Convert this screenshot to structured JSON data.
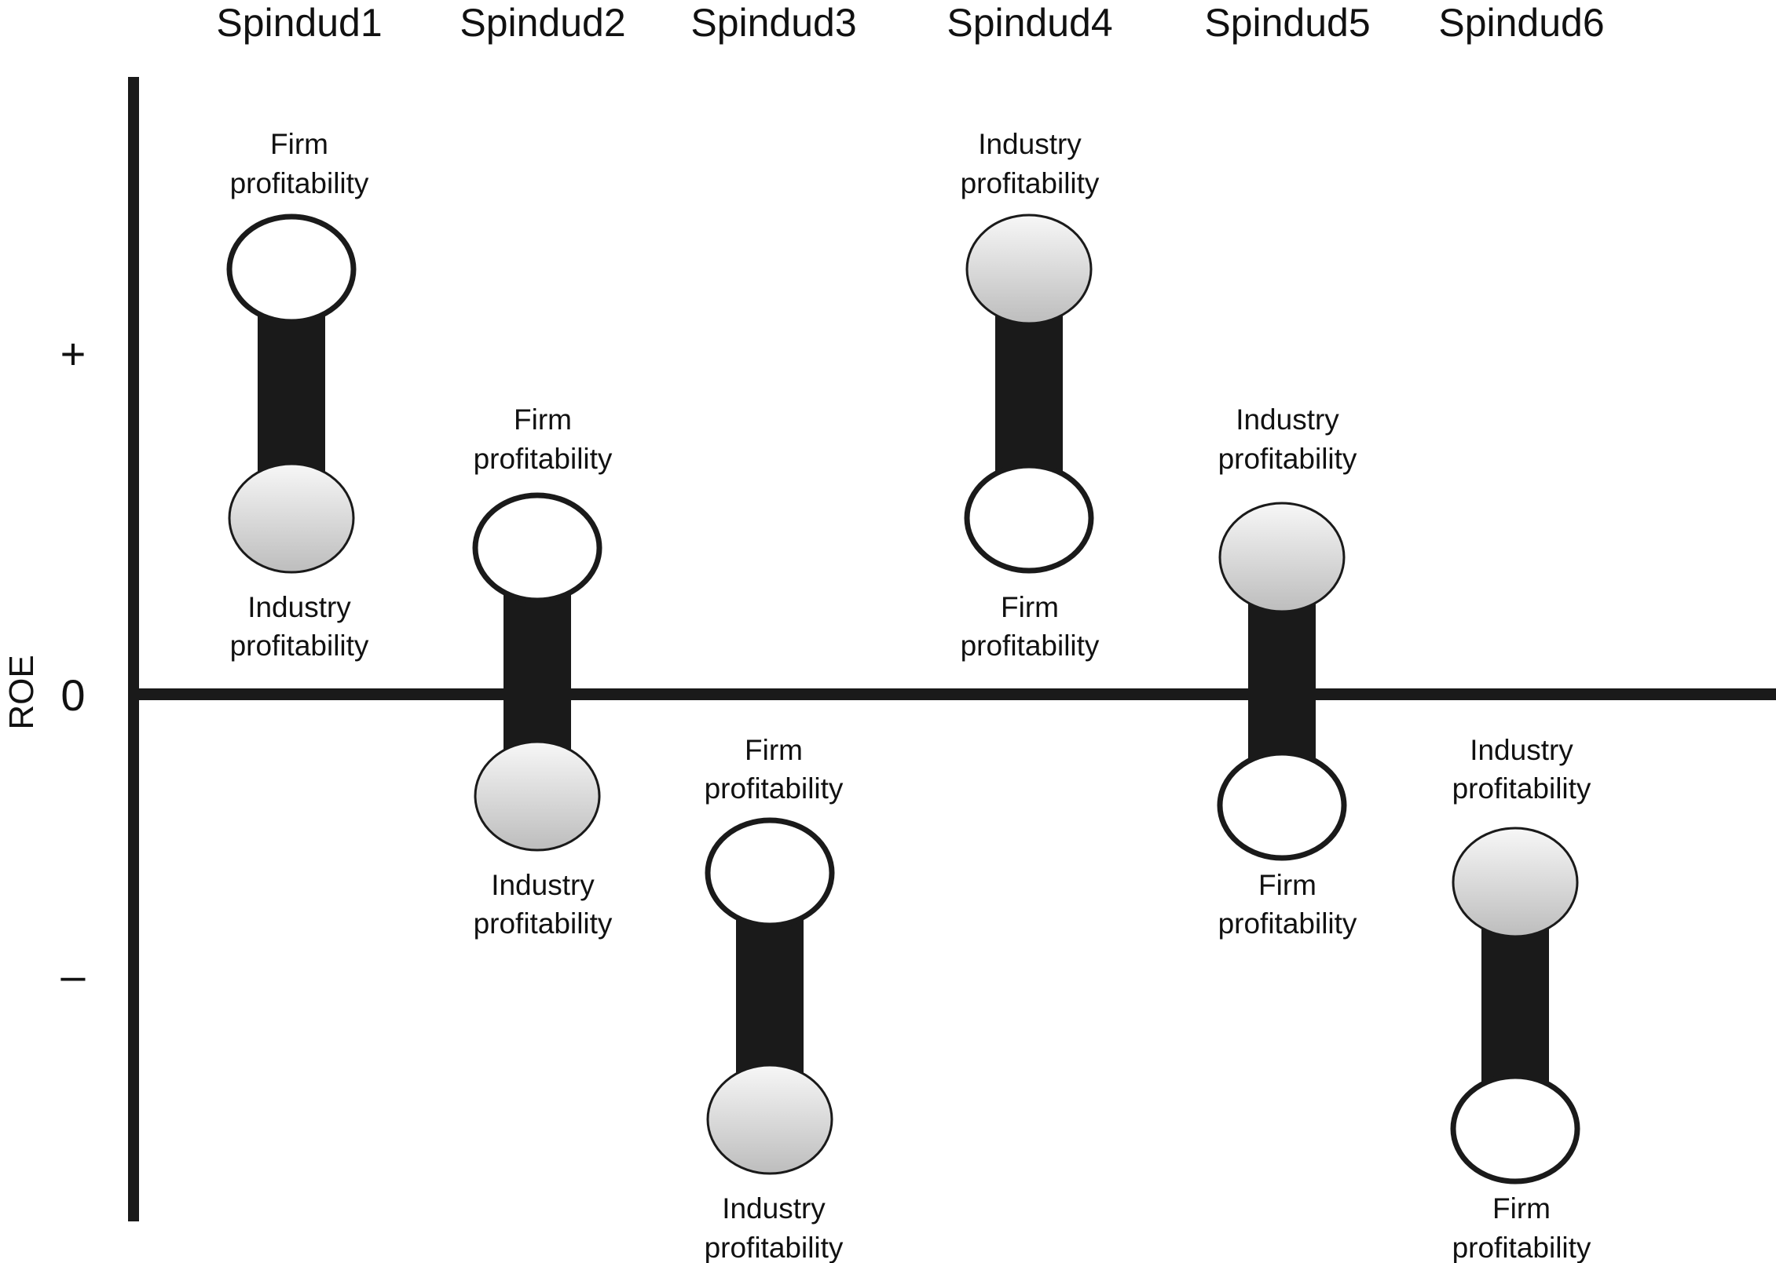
{
  "axis": {
    "title": "ROE",
    "plus": "+",
    "zero": "0",
    "minus": "–"
  },
  "legend_terms": {
    "firm": "Firm profitability",
    "industry": "Industry profitability"
  },
  "scenarios": [
    {
      "name": "Spindud1",
      "top": {
        "kind": "firm",
        "line1": "Firm",
        "line2": "profitability"
      },
      "bottom": {
        "kind": "industry",
        "line1": "Industry",
        "line2": "profitability"
      }
    },
    {
      "name": "Spindud2",
      "top": {
        "kind": "firm",
        "line1": "Firm",
        "line2": "profitability"
      },
      "bottom": {
        "kind": "industry",
        "line1": "Industry",
        "line2": "profitability"
      }
    },
    {
      "name": "Spindud3",
      "top": {
        "kind": "firm",
        "line1": "Firm",
        "line2": "profitability"
      },
      "bottom": {
        "kind": "industry",
        "line1": "Industry",
        "line2": "profitability"
      }
    },
    {
      "name": "Spindud4",
      "top": {
        "kind": "industry",
        "line1": "Industry",
        "line2": "profitability"
      },
      "bottom": {
        "kind": "firm",
        "line1": "Firm",
        "line2": "profitability"
      }
    },
    {
      "name": "Spindud5",
      "top": {
        "kind": "industry",
        "line1": "Industry",
        "line2": "profitability"
      },
      "bottom": {
        "kind": "firm",
        "line1": "Firm",
        "line2": "profitability"
      }
    },
    {
      "name": "Spindud6",
      "top": {
        "kind": "industry",
        "line1": "Industry",
        "line2": "profitability"
      },
      "bottom": {
        "kind": "firm",
        "line1": "Firm",
        "line2": "profitability"
      }
    }
  ],
  "colors": {
    "ink": "#1a1a1a",
    "firm_fill": "#ffffff",
    "industry_fill_light": "#f7f7f7",
    "industry_fill_dark": "#bdbdbd"
  }
}
